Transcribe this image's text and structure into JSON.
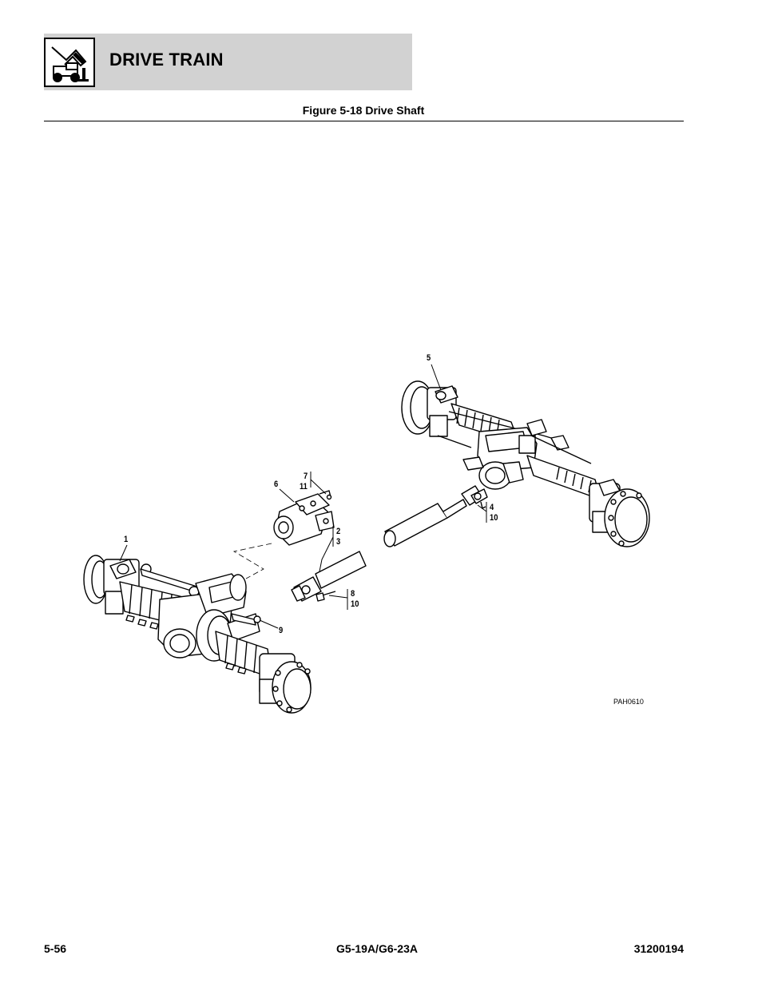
{
  "header": {
    "section_title": "DRIVE TRAIN",
    "logo_icon": "lift-truck-icon"
  },
  "figure": {
    "caption": "Figure 5-18 Drive Shaft",
    "drawing_id": "PAH0610",
    "callouts": {
      "c1": "1",
      "c5": "5",
      "c6": "6",
      "c7": "7",
      "c11": "11",
      "c2": "2",
      "c3": "3",
      "c4": "4",
      "c10a": "10",
      "c8": "8",
      "c10b": "10",
      "c9": "9"
    }
  },
  "footer": {
    "page_number": "5-56",
    "model": "G5-19A/G6-23A",
    "doc_number": "31200194"
  },
  "colors": {
    "header_band": "#d2d2d2",
    "line": "#000000"
  }
}
